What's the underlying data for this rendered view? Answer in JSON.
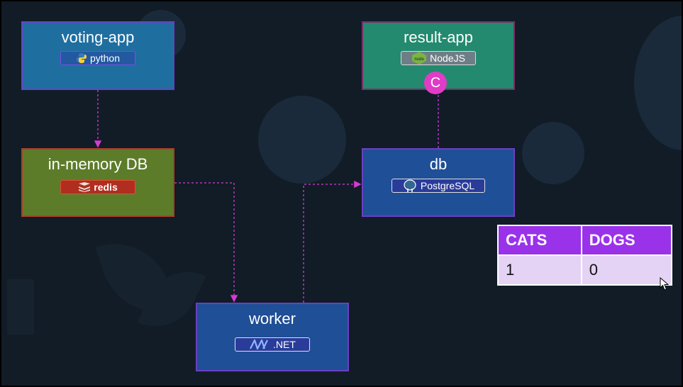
{
  "nodes": {
    "voting_app": {
      "title": "voting-app",
      "badge": "python"
    },
    "result_app": {
      "title": "result-app",
      "badge": "NodeJS"
    },
    "redis": {
      "title": "in-memory DB",
      "badge": "redis"
    },
    "db": {
      "title": "db",
      "badge": "PostgreSQL"
    },
    "worker": {
      "title": "worker",
      "badge": ".NET"
    }
  },
  "marker": {
    "label": "C",
    "color": "#e03cc6"
  },
  "votes_table": {
    "headers": [
      "CATS",
      "DOGS"
    ],
    "rows": [
      [
        "1",
        "0"
      ]
    ]
  },
  "colors": {
    "background": "#111c27",
    "connector": "#d63ad0",
    "table_header": "#9a32ea",
    "table_cell": "#e4d3f5"
  },
  "icons": {
    "python": "python-logo-icon",
    "node": "nodejs-hexagon-icon",
    "redis": "redis-stack-icon",
    "postgres": "postgres-elephant-icon",
    "dotnet": "dotnet-logo-icon",
    "cursor": "mouse-pointer-icon"
  }
}
